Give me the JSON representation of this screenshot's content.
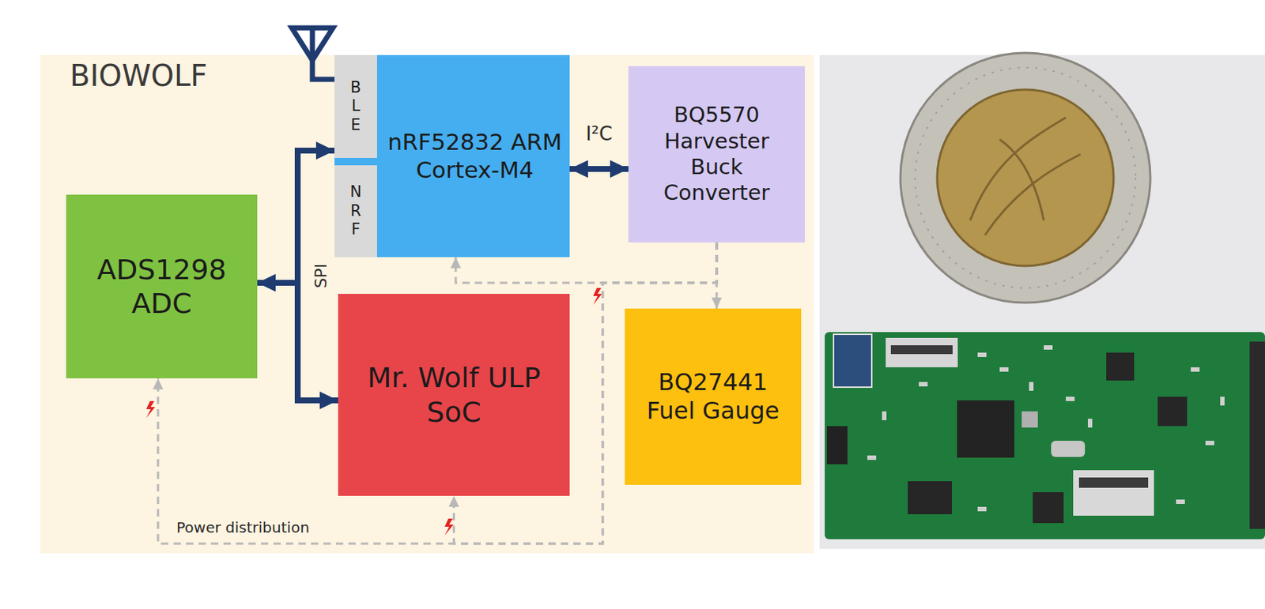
{
  "diagram": {
    "title": "BIOWOLF",
    "nodes": [
      {
        "text": [
          "nRF52832 ARM Cortex-M4"
        ]
      },
      {
        "text": [
          "B L E"
        ],
        "in": 0
      },
      {
        "text": [
          "N R F"
        ],
        "in": 0
      },
      {
        "text": [
          "BQ5570 Harvester Buck Converter"
        ]
      },
      {
        "text": [
          "ADS1298 ADC"
        ]
      },
      {
        "text": [
          "Mr. Wolf ULP SoC"
        ]
      },
      {
        "text": [
          "BQ27441 Fuel Gauge"
        ]
      }
    ],
    "edges": [
      {
        "from": 0,
        "to": 4,
        "arrow": "both"
      },
      {
        "from": 0,
        "to": 5,
        "arrow": "both"
      },
      {
        "from": 0,
        "to": 3,
        "label": "I²C",
        "arrow": "both"
      },
      {
        "from": 3,
        "to": 6,
        "arrow": "to"
      },
      {
        "from": 3,
        "to": 0,
        "arrow": "to"
      },
      {
        "from": 3,
        "to": 5,
        "arrow": "to"
      },
      {
        "from": 3,
        "to": 4,
        "arrow": "to"
      }
    ],
    "labels": [
      "SPI",
      "Power distribution"
    ]
  }
}
